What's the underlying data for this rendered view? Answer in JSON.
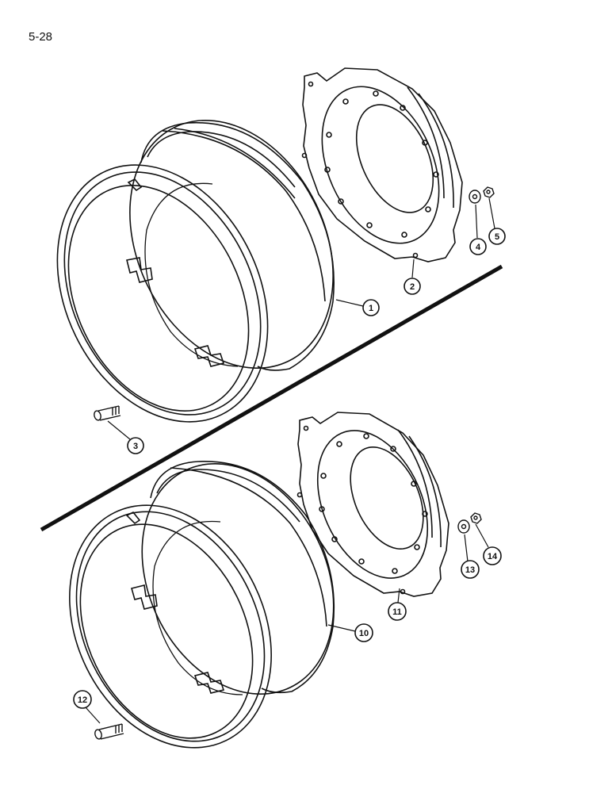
{
  "page": {
    "number": "5-28"
  },
  "diagram": {
    "colors": {
      "ink": "#111111",
      "paper": "#ffffff"
    },
    "callouts": {
      "c1": "1",
      "c2": "2",
      "c3": "3",
      "c4": "4",
      "c5": "5",
      "c10": "10",
      "c11": "11",
      "c12": "12",
      "c13": "13",
      "c14": "14"
    }
  }
}
